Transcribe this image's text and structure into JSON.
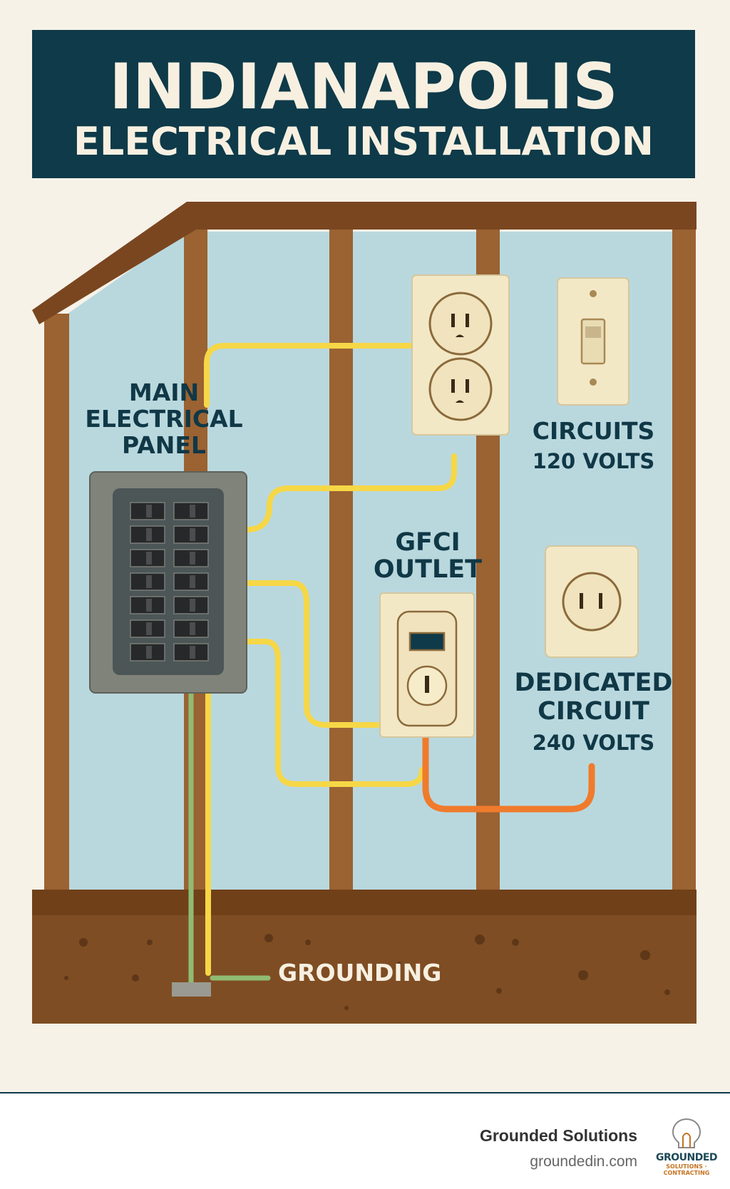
{
  "header": {
    "title_line1": "INDIANAPOLIS",
    "title_line2": "ELECTRICAL INSTALLATION"
  },
  "labels": {
    "panel_line1": "MAIN",
    "panel_line2": "ELECTRICAL",
    "panel_line3": "PANEL",
    "circuits_title": "CIRCUITS",
    "circuits_volts": "120 VOLTS",
    "gfci_line1": "GFCI",
    "gfci_line2": "OUTLET",
    "dedicated_line1": "DEDICATED",
    "dedicated_line2": "CIRCUIT",
    "dedicated_volts": "240 VOLTS",
    "grounding": "GROUNDING"
  },
  "footer": {
    "brand": "Grounded Solutions",
    "url": "groundedin.com",
    "logo_word": "GROUNDED",
    "logo_sub": "SOLUTIONS · CONTRACTING"
  },
  "colors": {
    "banner": "#0e3a49",
    "wall": "#b9d8de",
    "wood": "#9b6232",
    "hot_wire": "#f6d747",
    "ground_wire": "#8fbc72",
    "dedicated_wire": "#f07b2c",
    "plate": "#f3e8c6",
    "soil": "#7f4d23"
  }
}
